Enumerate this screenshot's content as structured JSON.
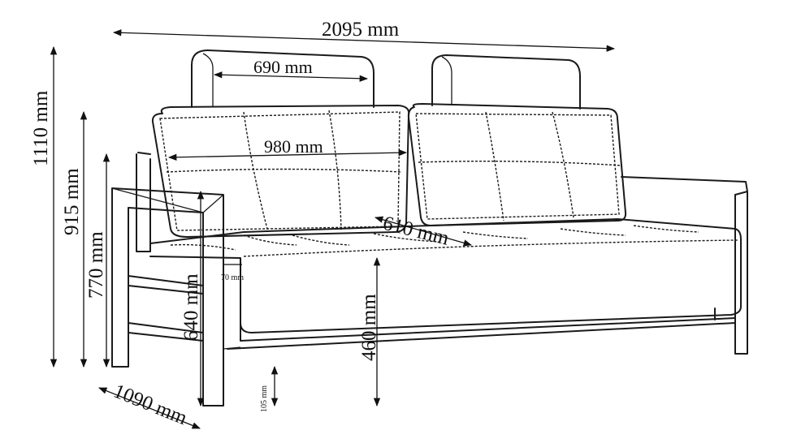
{
  "diagram": {
    "subject": "sofa-dimension-drawing",
    "line_color": "#1a1a1a",
    "background": "#ffffff",
    "dimensions": {
      "total_width": "2095 mm",
      "headrest_width": "690 mm",
      "cushion_width": "980 mm",
      "seat_depth": "610 mm",
      "total_height": "1110 mm",
      "back_height": "915 mm",
      "armrest_height": "770 mm",
      "armrest_leg_height": "640 mm",
      "seat_height": "460 mm",
      "depth": "1090 mm",
      "armrest_thickness": "70 mm",
      "ground_clearance": "105 mm"
    }
  }
}
